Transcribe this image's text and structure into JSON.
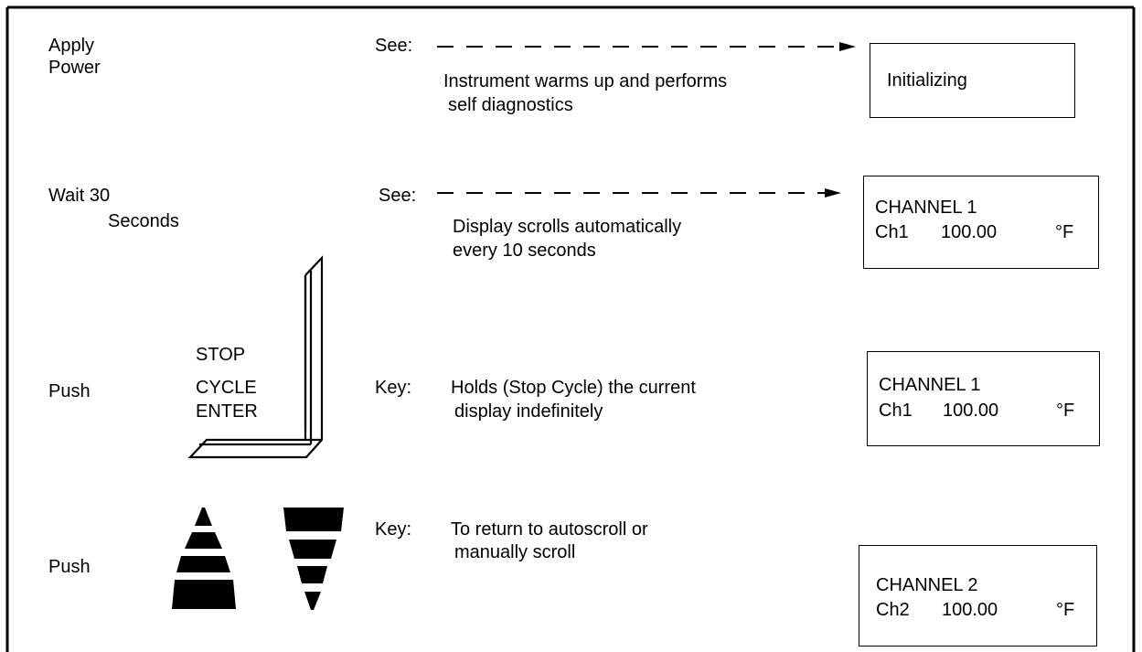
{
  "rows": [
    {
      "action_lines": [
        "Apply",
        "Power"
      ],
      "prefix": "See:",
      "description_lines": [
        "Instrument warms up and performs",
        "self diagnostics"
      ],
      "display": {
        "line1": "Initializing",
        "line2": ""
      }
    },
    {
      "action_lines": [
        "Wait 30",
        "Seconds"
      ],
      "prefix": "See:",
      "description_lines": [
        "Display scrolls automatically",
        "every 10 seconds"
      ],
      "display": {
        "line1": "CHANNEL 1",
        "line2_ch": "Ch1",
        "line2_val": "100.00",
        "line2_unit": "°F"
      }
    },
    {
      "action_lines": [
        "Push"
      ],
      "key_label_lines": [
        "STOP",
        "CYCLE",
        "ENTER"
      ],
      "prefix": "Key:",
      "description_lines": [
        "Holds (Stop Cycle) the current",
        "display indefinitely"
      ],
      "display": {
        "line1": "CHANNEL 1",
        "line2_ch": "Ch1",
        "line2_val": "100.00",
        "line2_unit": "°F"
      }
    },
    {
      "action_lines": [
        "Push"
      ],
      "prefix": "Key:",
      "description_lines": [
        "To return to autoscroll or",
        "manually scroll"
      ],
      "display": {
        "line1": "CHANNEL 2",
        "line2_ch": "Ch2",
        "line2_val": "100.00",
        "line2_unit": "°F"
      },
      "icons": [
        "up-arrow-key-icon",
        "down-arrow-key-icon"
      ]
    }
  ]
}
